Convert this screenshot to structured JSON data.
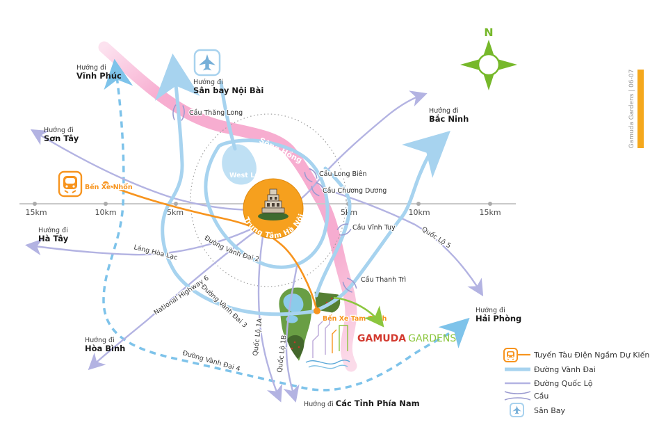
{
  "map": {
    "side_tab": "Gamuda Gardens | 06-07",
    "compass_n": "N",
    "center_label": "Trung Tâm Hà Nội",
    "river_label": "Sông Hồng",
    "lake_label": "West Lake",
    "logo": {
      "gamuda": "GAMUDA",
      "gardens": "GARDENS"
    }
  },
  "directions": {
    "vinh_phuc": {
      "prefix": "Hướng đi",
      "name": "Vĩnh Phúc"
    },
    "son_tay": {
      "prefix": "Hướng đi",
      "name": "Sơn Tây"
    },
    "noi_bai": {
      "prefix": "Hướng đi",
      "name": "Sân bay Nội Bài"
    },
    "bac_ninh": {
      "prefix": "Hướng đi",
      "name": "Bắc Ninh"
    },
    "ha_tay": {
      "prefix": "Hướng đi",
      "name": "Hà Tây"
    },
    "hoa_binh": {
      "prefix": "Hướng đi",
      "name": "Hòa Bình"
    },
    "hai_phong": {
      "prefix": "Hướng đi",
      "name": "Hải Phòng"
    },
    "phia_nam": {
      "prefix": "Hướng đi ",
      "name": "Các Tỉnh Phía Nam"
    }
  },
  "bridges": {
    "thang_long": "Cầu Thăng Long",
    "long_bien": "Cầu Long Biên",
    "chuong_duong": "Cầu Chương Dương",
    "vinh_tuy": "Cầu Vĩnh Tuy",
    "thanh_tri": "Cầu Thanh Trì"
  },
  "roads": {
    "lang_hoa_lac": "Láng Hòa Lạc",
    "nh6": "National Highway 6",
    "vd2": "Đường Vành Đai 2",
    "vd3": "Đường Vành Đai 3",
    "vd4": "Đường Vành Đai 4",
    "ql1a": "Quốc Lộ 1A",
    "ql1b": "Quốc Lộ 1B",
    "ql5": "Quốc Lộ 5"
  },
  "stations": {
    "nhon": "Bến Xe Nhổn",
    "tam_trinh": "Bến Xe Tam Trinh"
  },
  "scale": {
    "l15": "15km",
    "l10": "10km",
    "l5": "5km",
    "r5": "5km",
    "r10": "10km",
    "r15": "15km"
  },
  "legend": {
    "metro": "Tuyến Tàu Điện Ngầm Dự Kiến",
    "ring": "Đường Vành Đai",
    "national": "Đường Quốc Lộ",
    "bridge": "Cầu",
    "airport": "Sân Bay"
  },
  "colors": {
    "orange": "#F7941E",
    "ring_blue": "#A7D3EF",
    "road_purple": "#B3B3E2",
    "dashed_blue": "#7EC3EA",
    "river_pink": "#F6A8CD",
    "compass_green": "#76B82A",
    "logo_red": "#D33A2F",
    "logo_green": "#8CC63E"
  }
}
